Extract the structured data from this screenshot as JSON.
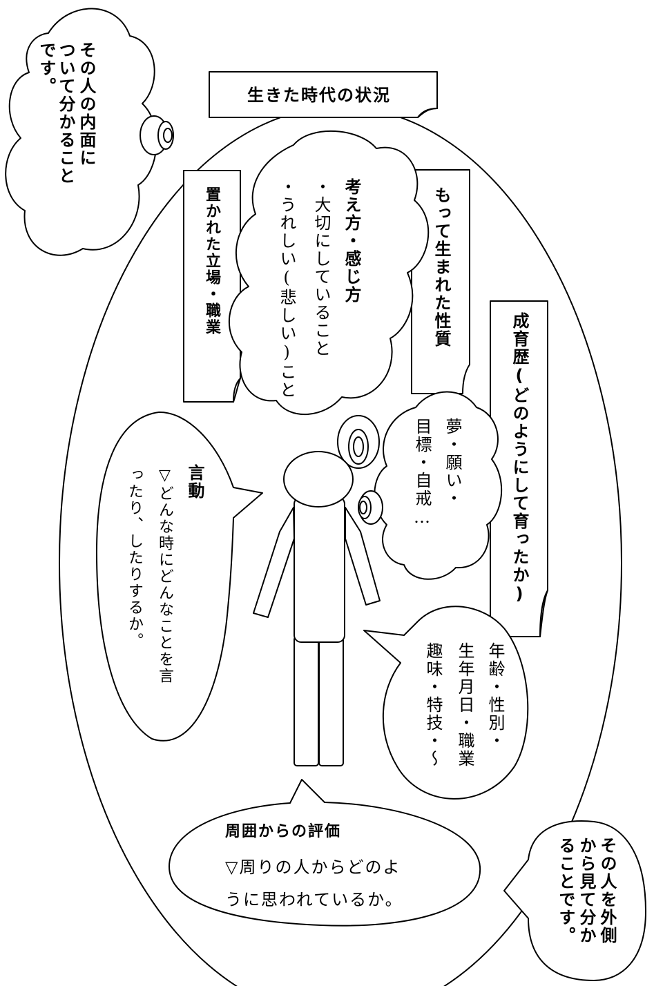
{
  "inner_note": {
    "lines": [
      "その人の内面に",
      "ついて分かること",
      "です。"
    ]
  },
  "outer_note": {
    "lines": [
      "その人を外側",
      "から見て分か",
      "ることです。"
    ]
  },
  "era": {
    "label": "生きた時代の状況"
  },
  "position": {
    "label": "置かれた立場・職業"
  },
  "thinking": {
    "title": "考え方・感じ方",
    "item1": "・大切にしていること",
    "item2": "・うれしい(悲しい)こと"
  },
  "nature": {
    "label": "もって生まれた性質"
  },
  "upbringing": {
    "label": "成育歴(どのようにして育ったか)"
  },
  "dreams": {
    "line1": "夢・願い・",
    "line2": "目標・自戒…"
  },
  "behavior": {
    "title": "言動",
    "line1": "▽どんな時にどんなことを言",
    "line2": "ったり、したりするか。"
  },
  "profile": {
    "line1": "年齢・性別・",
    "line2": "生年月日・職業",
    "line3": "趣味・特技・～"
  },
  "reputation": {
    "title": "周囲からの評価",
    "line1": "▽周りの人からどのよ",
    "line2": "うに思われているか。"
  }
}
